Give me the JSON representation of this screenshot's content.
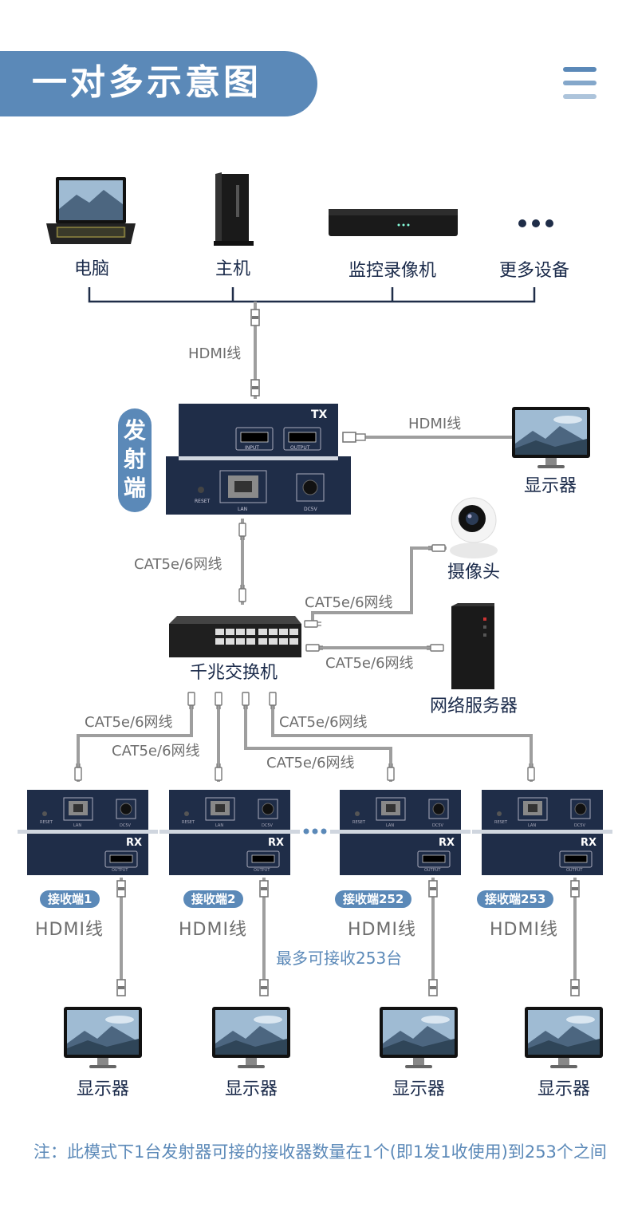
{
  "header": {
    "title": "一对多示意图"
  },
  "sources": {
    "laptop": "电脑",
    "host": "主机",
    "nvr": "监控录像机",
    "more": "更多设备"
  },
  "cables": {
    "hdmi_in": "HDMI线",
    "hdmi_out": "HDMI线",
    "cat_tx": "CAT5e/6网线",
    "cat_cam": "CAT5e/6网线",
    "cat_srv": "CAT5e/6网线",
    "cat_r1": "CAT5e/6网线",
    "cat_r2": "CAT5e/6网线",
    "cat_r252": "CAT5e/6网线",
    "cat_r253": "CAT5e/6网线"
  },
  "transmitter": {
    "label": "发射端",
    "badge": "TX",
    "ports": {
      "input": "INPUT",
      "output": "OUTPUT",
      "lan": "LAN",
      "dc": "DC5V",
      "reset": "RESET"
    }
  },
  "devices": {
    "monitor_tx": "显示器",
    "camera": "摄像头",
    "switch": "千兆交换机",
    "server": "网络服务器"
  },
  "receivers": [
    {
      "label": "接收端1",
      "cable": "HDMI线",
      "display": "显示器"
    },
    {
      "label": "接收端2",
      "cable": "HDMI线",
      "display": "显示器"
    },
    {
      "label": "接收端252",
      "cable": "HDMI线",
      "display": "显示器"
    },
    {
      "label": "接收端253",
      "cable": "HDMI线",
      "display": "显示器"
    }
  ],
  "receiver_ports": {
    "badge": "RX",
    "lan": "LAN",
    "dc": "DC5V",
    "output": "OUTPUT",
    "reset": "RESET"
  },
  "max_note": "最多可接收253台",
  "footnote": "注：此模式下1台发射器可接的接收器数量在1个(即1发1收使用)到253个之间",
  "colors": {
    "accent": "#5b89b8",
    "device": "#1f2d48",
    "cable": "#9e9e9e"
  }
}
